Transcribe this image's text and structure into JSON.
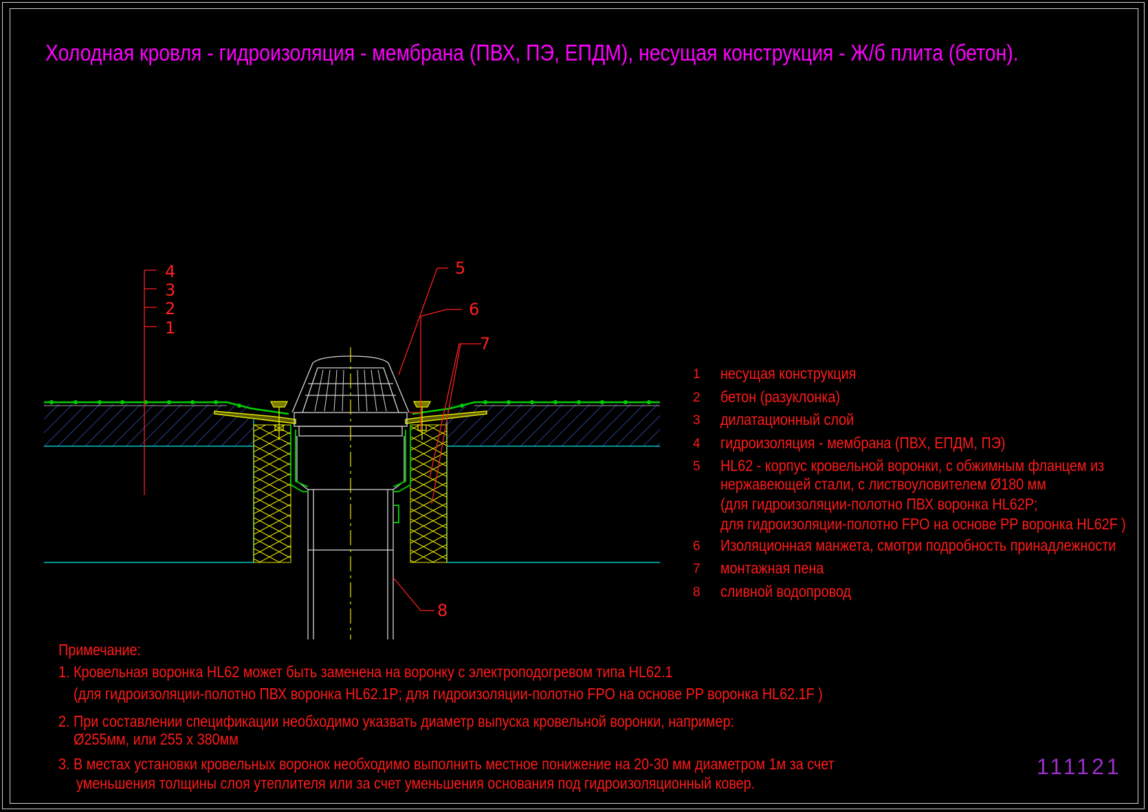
{
  "title": "Холодная кровля - гидроизоляция - мембрана (ПВХ, ПЭ, ЕПДМ), несущая конструкция - Ж/б плита (бетон).",
  "colors": {
    "title": "#ff00ff",
    "text": "#ff1a1a",
    "concrete": "#3b5bd0",
    "slab_edge": "#00c8c8",
    "insulation": "#e8e800",
    "membrane": "#00d000",
    "drain": "#d8d8d8",
    "seal": "#00c000",
    "axis": "#e8e800",
    "leader": "#ff2020",
    "code": "#9a2fc8"
  },
  "layer_callouts": [
    "4",
    "3",
    "2",
    "1"
  ],
  "part_callouts": [
    "5",
    "6",
    "7",
    "8"
  ],
  "legend": [
    {
      "num": "1",
      "lines": [
        "несущая конструкция"
      ]
    },
    {
      "num": "2",
      "lines": [
        "бетон (разуклонка)"
      ]
    },
    {
      "num": "3",
      "lines": [
        "дилатационный слой"
      ]
    },
    {
      "num": "4",
      "lines": [
        "гидроизоляция - мембрана (ПВХ, ЕПДМ, ПЭ)"
      ]
    },
    {
      "num": "5",
      "lines": [
        "HL62 - корпус кровельной воронки, с обжимным фланцем из",
        "нержавеющей стали, с листвоуловителем Ø180 мм",
        "(для гидроизоляции-полотно ПВХ  воронка HL62P;",
        "для гидроизоляции-полотно FPO на основе PP воронка HL62F )"
      ]
    },
    {
      "num": "6",
      "lines": [
        "Изоляционная  манжета, смотри подробность принадлежности"
      ]
    },
    {
      "num": "7",
      "lines": [
        "монтажная пена"
      ]
    },
    {
      "num": "8",
      "lines": [
        "сливной водопровод"
      ]
    }
  ],
  "notes": [
    "Примечание:",
    "1. Кровельная воронка HL62 может быть заменена на воронку с электроподогревом типа HL62.1",
    "(для гидроизоляции-полотно ПВХ  воронка HL62.1P; для гидроизоляции-полотно FPO на основе PP воронка HL62.1F )",
    "2. При составлении спецификации необходимо указвать диаметр выпуска кровельной воронки, например:",
    "Ø255мм, или 255 х 380мм",
    "3. В местах установки кровельных воронок необходимо выполнить местное понижение на 20-30 мм диаметром 1м за счет",
    "уменьшения толщины слоя утеплителя или за счет уменьшения основания под гидроизоляционный ковер."
  ],
  "drawing_code": "111121"
}
